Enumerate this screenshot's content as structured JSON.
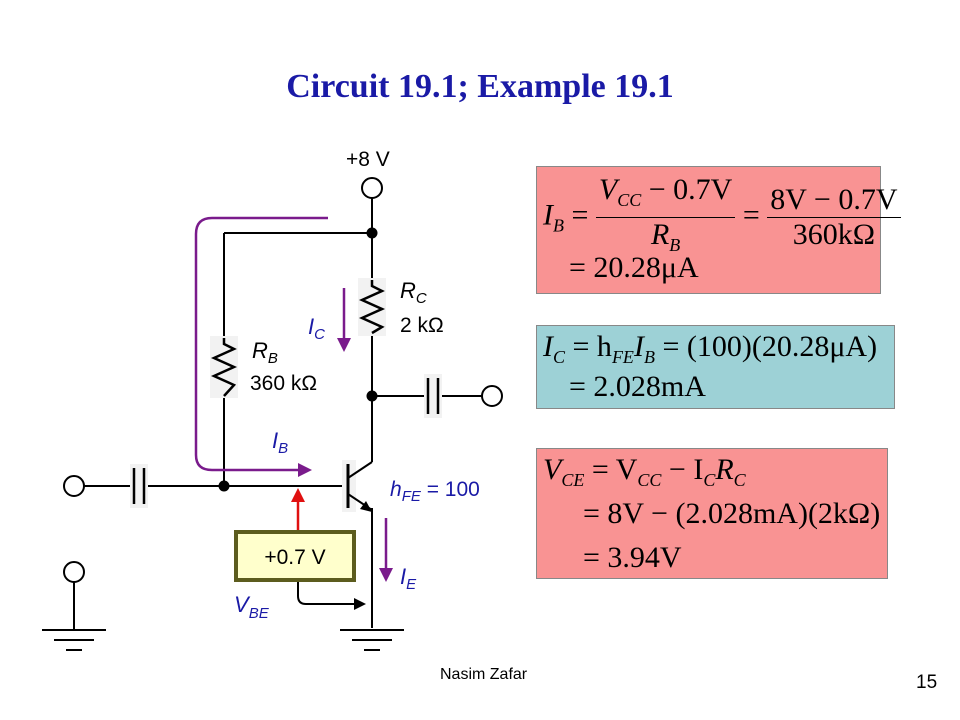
{
  "title": "Circuit 19.1; Example 19.1",
  "circuit": {
    "supply_label": "+8 V",
    "rc_label": "R",
    "rc_sub": "C",
    "rc_value": "2 kΩ",
    "rb_label": "R",
    "rb_sub": "B",
    "rb_value": "360 kΩ",
    "ic_label": "I",
    "ic_sub": "C",
    "ib_label": "I",
    "ib_sub": "B",
    "ie_label": "I",
    "ie_sub": "E",
    "hfe_label": "h",
    "hfe_sub": "FE",
    "hfe_value": " = 100",
    "vbe_box_value": "+0.7 V",
    "vbe_label": "V",
    "vbe_sub": "BE"
  },
  "equations": {
    "ib_lhs": "I",
    "ib_lhs_sub": "B",
    "ib_frac1_num": "V",
    "ib_frac1_num_sub": "CC",
    "ib_frac1_num_rest": " − 0.7V",
    "ib_frac1_den": "R",
    "ib_frac1_den_sub": "B",
    "ib_frac2_num": "8V − 0.7V",
    "ib_frac2_den": "360kΩ",
    "ib_result": "= 20.28μA",
    "ic_line1_lhs": "I",
    "ic_line1_lhs_sub": "C",
    "ic_line1_mid": " = h",
    "ic_line1_mid_sub": "FE",
    "ic_line1_i": "I",
    "ic_line1_i_sub": "B",
    "ic_line1_rest": " = (100)(20.28μA)",
    "ic_result": "= 2.028mA",
    "vce_line1_lhs": "V",
    "vce_line1_lhs_sub": "CE",
    "vce_line1_a": " = V",
    "vce_line1_a_sub": "CC",
    "vce_line1_b": " − I",
    "vce_line1_b_sub": "C",
    "vce_line1_c": "R",
    "vce_line1_c_sub": "C",
    "vce_line2": "= 8V − (2.028mA)(2kΩ)",
    "vce_result": "= 3.94V"
  },
  "footer": {
    "author": "Nasim Zafar",
    "page": "15"
  },
  "colors": {
    "title": "#1a1aa6",
    "current_arrow": "#7a1b8c",
    "label_blue": "#1a1aa6",
    "vbe_arrow": "#e01010",
    "vbe_box_fill": "#ffffcc",
    "vbe_box_border": "#5c5c1e",
    "eq_pink": "#f99393",
    "eq_cyan": "#9dd1d6"
  }
}
